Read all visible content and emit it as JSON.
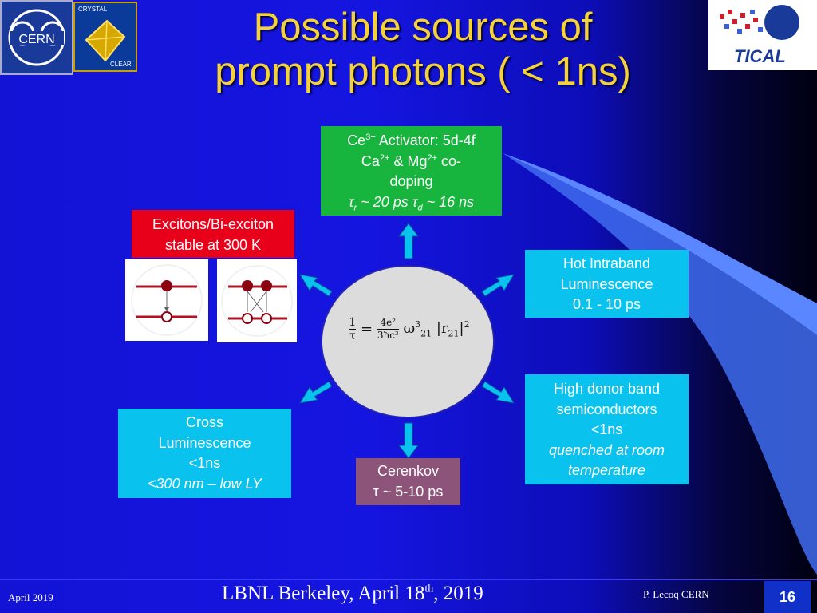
{
  "title": {
    "line1": "Possible sources of",
    "line2": "prompt photons ( < 1ns)"
  },
  "logos": {
    "cern": "CERN",
    "crystal_top": "CRYSTAL",
    "crystal_bottom": "CLEAR",
    "tical": "TICAL"
  },
  "center_formula": "1/τ = 4e²/3ħc³ ω³₂₁ |r₂₁|²",
  "boxes": {
    "ce": {
      "prefix": "Ce",
      "sup1": "3+",
      "rest1": " Activator: 5d-4f",
      "ca": "Ca",
      "sup2": "2+",
      "amp": " & Mg",
      "sup3": "2+",
      "co": " co-",
      "doping": "doping",
      "tau_r": "τ",
      "sub_r": "r",
      "mid": " ~ 20 ps τ",
      "sub_d": "d",
      "end": " ~ 16 ns"
    },
    "excitons": {
      "line1": "Excitons/Bi-exciton",
      "line2": "stable at 300 K"
    },
    "hot": {
      "line1": "Hot Intraband",
      "line2": "Luminescence",
      "line3": "0.1 - 10 ps"
    },
    "donor": {
      "line1": "High donor band",
      "line2": "semiconductors",
      "line3": "<1ns",
      "line4": "quenched at room",
      "line5": "temperature"
    },
    "cross": {
      "line1": "Cross",
      "line2": "Luminescence",
      "line3": "<1ns",
      "line4": "<300 nm – low LY"
    },
    "cerenkov": {
      "line1": "Cerenkov",
      "line2": "τ ~ 5-10 ps"
    }
  },
  "footer": {
    "left": "April 2019",
    "mid_a": "LBNL Berkeley, April 18",
    "mid_sup": "th",
    "mid_b": ", 2019",
    "right": "P. Lecoq  CERN",
    "page": "16"
  },
  "colors": {
    "title": "#f5d23a",
    "green_box": "#17b53d",
    "cyan_box": "#09c3ee",
    "red_box": "#e8001a",
    "mauve_box": "#8c5478",
    "arrow": "#09c3ee"
  }
}
